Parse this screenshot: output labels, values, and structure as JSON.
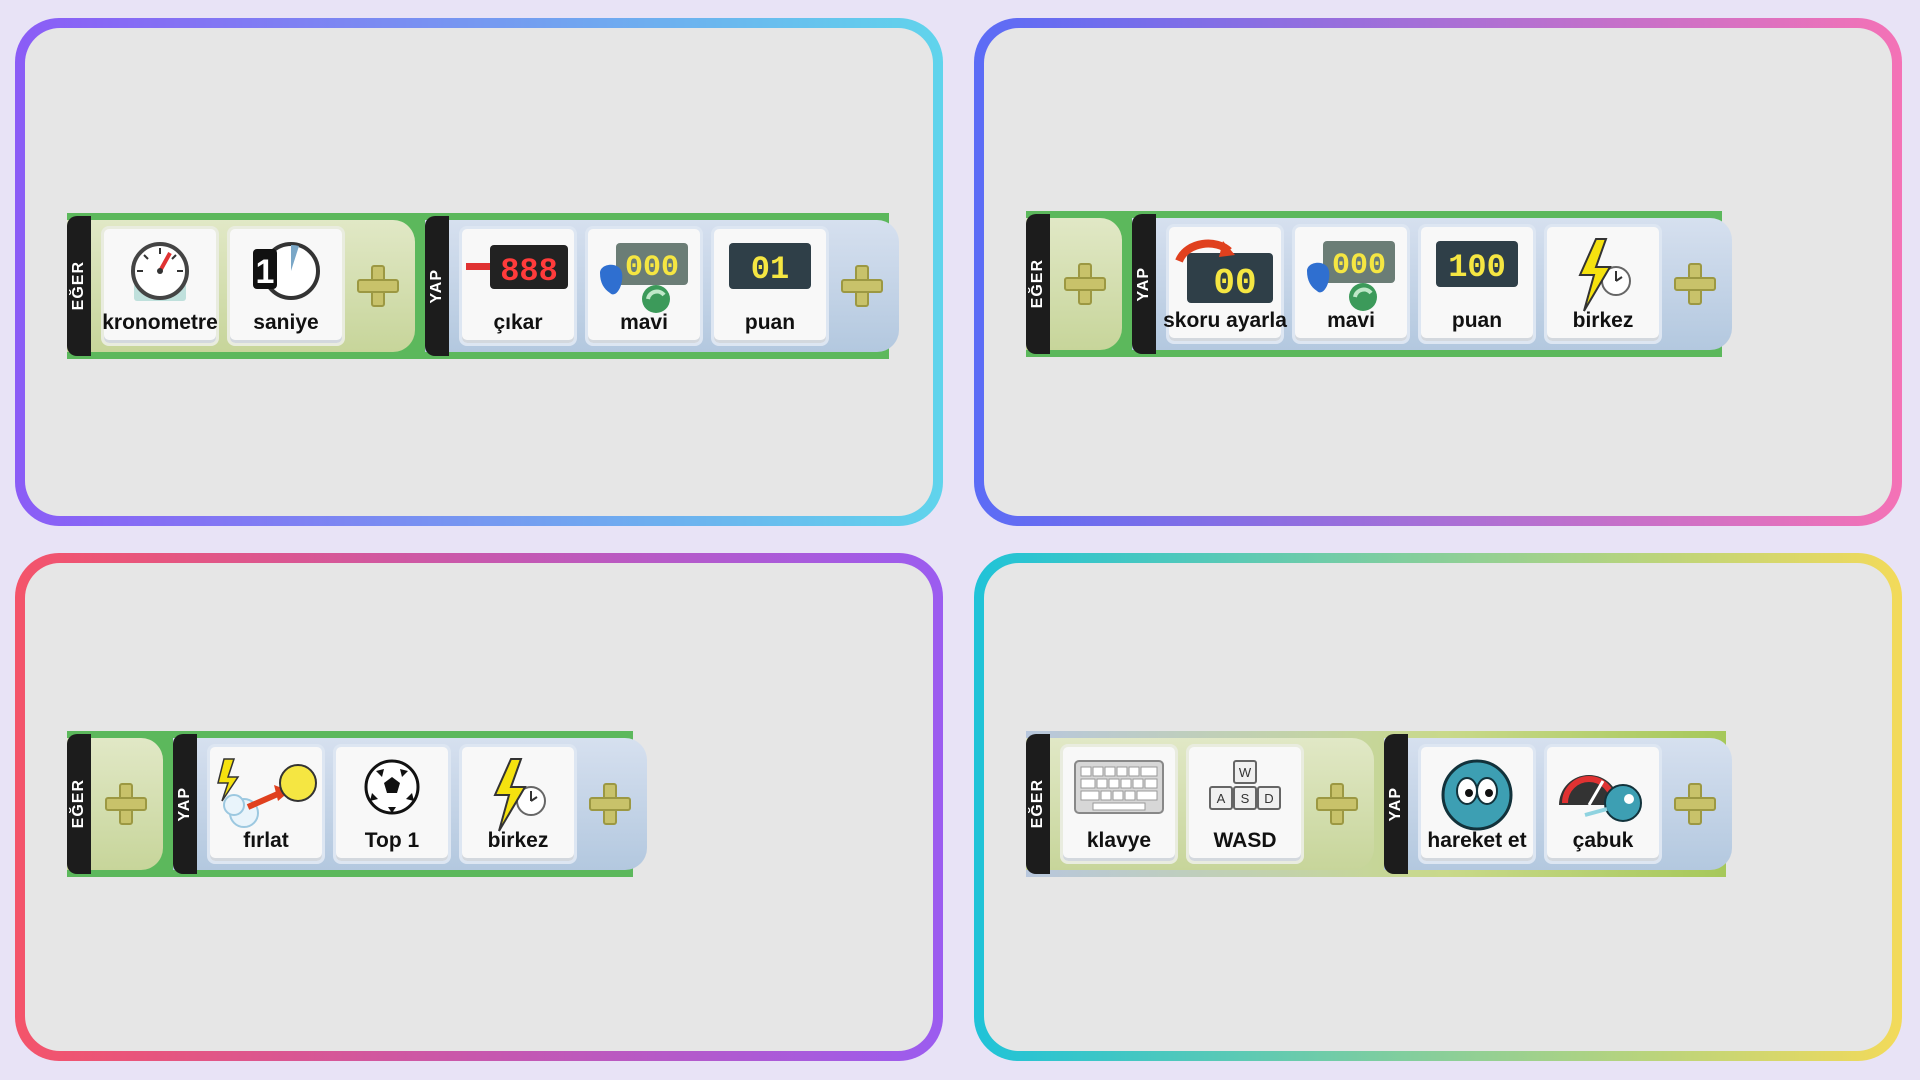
{
  "section_labels": {
    "when": "EĞER",
    "do": "YAP"
  },
  "panels": [
    {
      "when_tiles": [
        "kronometre",
        "saniye"
      ],
      "do_tiles": [
        "çıkar",
        "mavi",
        "puan"
      ],
      "displays": {
        "subtract": "888",
        "blue": "000",
        "score": "01"
      }
    },
    {
      "when_tiles": [],
      "do_tiles": [
        "skoru ayarla",
        "mavi",
        "puan",
        "birkez"
      ],
      "displays": {
        "set_score": "00",
        "blue": "000",
        "score": "100"
      }
    },
    {
      "when_tiles": [],
      "do_tiles": [
        "fırlat",
        "Top 1",
        "birkez"
      ]
    },
    {
      "when_tiles": [
        "klavye",
        "WASD"
      ],
      "do_tiles": [
        "hareket et",
        "çabuk"
      ],
      "keys": [
        "W",
        "A",
        "S",
        "D"
      ]
    }
  ],
  "icons": {
    "stopwatch": "stopwatch-icon",
    "one-second": "one-second-timer-icon",
    "subtract": "subtract-display-icon",
    "blue": "blue-paint-icon",
    "score": "score-display-icon",
    "set-score": "set-score-icon",
    "once": "lightning-once-icon",
    "launch": "launch-icon",
    "ball": "soccer-ball-icon",
    "keyboard": "keyboard-icon",
    "wasd": "wasd-keys-icon",
    "move": "move-character-icon",
    "quickly": "speed-gauge-icon"
  },
  "colors": {
    "rule_strip": "#5cb85c",
    "when_section": "#d6dfb1",
    "do_section": "#c5d4e8",
    "plus": "#c8c26a",
    "display_red": "#ff3b3b",
    "display_yellow": "#f5e642"
  }
}
